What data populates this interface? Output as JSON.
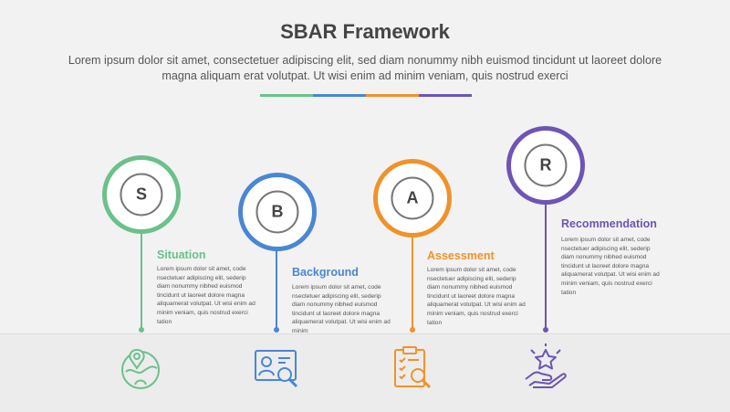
{
  "header": {
    "title": "SBAR Framework",
    "subtitle": "Lorem ipsum dolor sit amet, consectetuer adipiscing elit, sed diam nonummy nibh euismod tincidunt ut laoreet dolore magna aliquam erat volutpat. Ut wisi enim ad minim veniam, quis nostrud exerci"
  },
  "colors": {
    "situation": "#6cc08b",
    "background": "#4a86d4",
    "assessment": "#f0922a",
    "recommendation": "#6d54b5",
    "divider": [
      "#6cc08b",
      "#4a86d4",
      "#f0922a",
      "#6d54b5"
    ]
  },
  "steps": [
    {
      "letter": "S",
      "heading": "Situation",
      "color": "#6cc08b",
      "icon": "globe-location-icon",
      "body": "Lorem ipsum dolor sit amet, code nsectetuer adipiscing elit, sederip diam nonummy nibhed euismod tincidunt ut laoreet dolore magna aliquamerat volutpat. Ut wisi enim ad minim veniam, quis nostrud exerci tation"
    },
    {
      "letter": "B",
      "heading": "Background",
      "color": "#4a86d4",
      "icon": "profile-search-icon",
      "body": "Lorem ipsum dolor sit amet, code nsectetuer adipiscing elit, sederip diam nonummy nibhed euismod tincidunt ut laoreet dolore magna aliquamerat volutpat. Ut wisi enim ad minim"
    },
    {
      "letter": "A",
      "heading": "Assessment",
      "color": "#f0922a",
      "icon": "clipboard-search-icon",
      "body": "Lorem ipsum dolor sit amet, code nsectetuer adipiscing elit, sederip diam nonummy nibhed euismod tincidunt ut laoreet dolore magna aliquamerat volutpat. Ut wisi enim ad minim veniam, quis nostrud exerci tation"
    },
    {
      "letter": "R",
      "heading": "Recommendation",
      "color": "#6d54b5",
      "icon": "hand-star-icon",
      "body": "Lorem ipsum dolor sit amet, code nsectetuer adipiscing elit, sederip diam nonummy nibhed euismod tincidunt ut laoreet dolore magna aliquamerat volutpat. Ut wisi enim ad minim veniam, quis nostrud exerci tation"
    }
  ]
}
